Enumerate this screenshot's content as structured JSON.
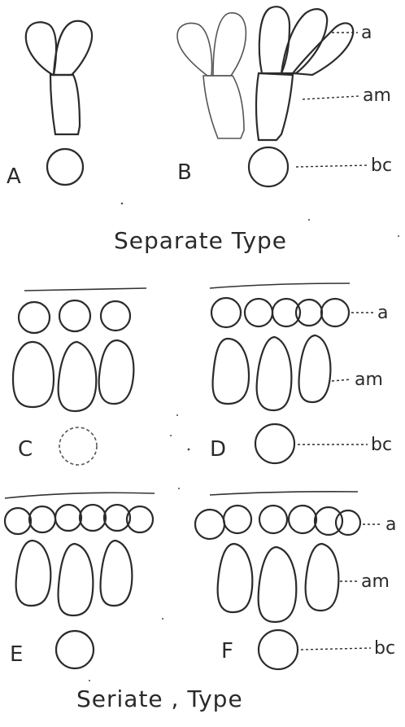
{
  "panels": {
    "A": "A",
    "B": "B",
    "C": "C",
    "D": "D",
    "E": "E",
    "F": "F"
  },
  "side_labels": {
    "b_a": "a",
    "b_am": "am",
    "b_bc": "bc",
    "d_a": "a",
    "d_am": "am",
    "d_bc": "bc",
    "f_a": "a",
    "f_am": "am",
    "f_bc": "bc"
  },
  "captions": {
    "separate": "Separate  Type",
    "seriate": "Seriate , Type"
  }
}
